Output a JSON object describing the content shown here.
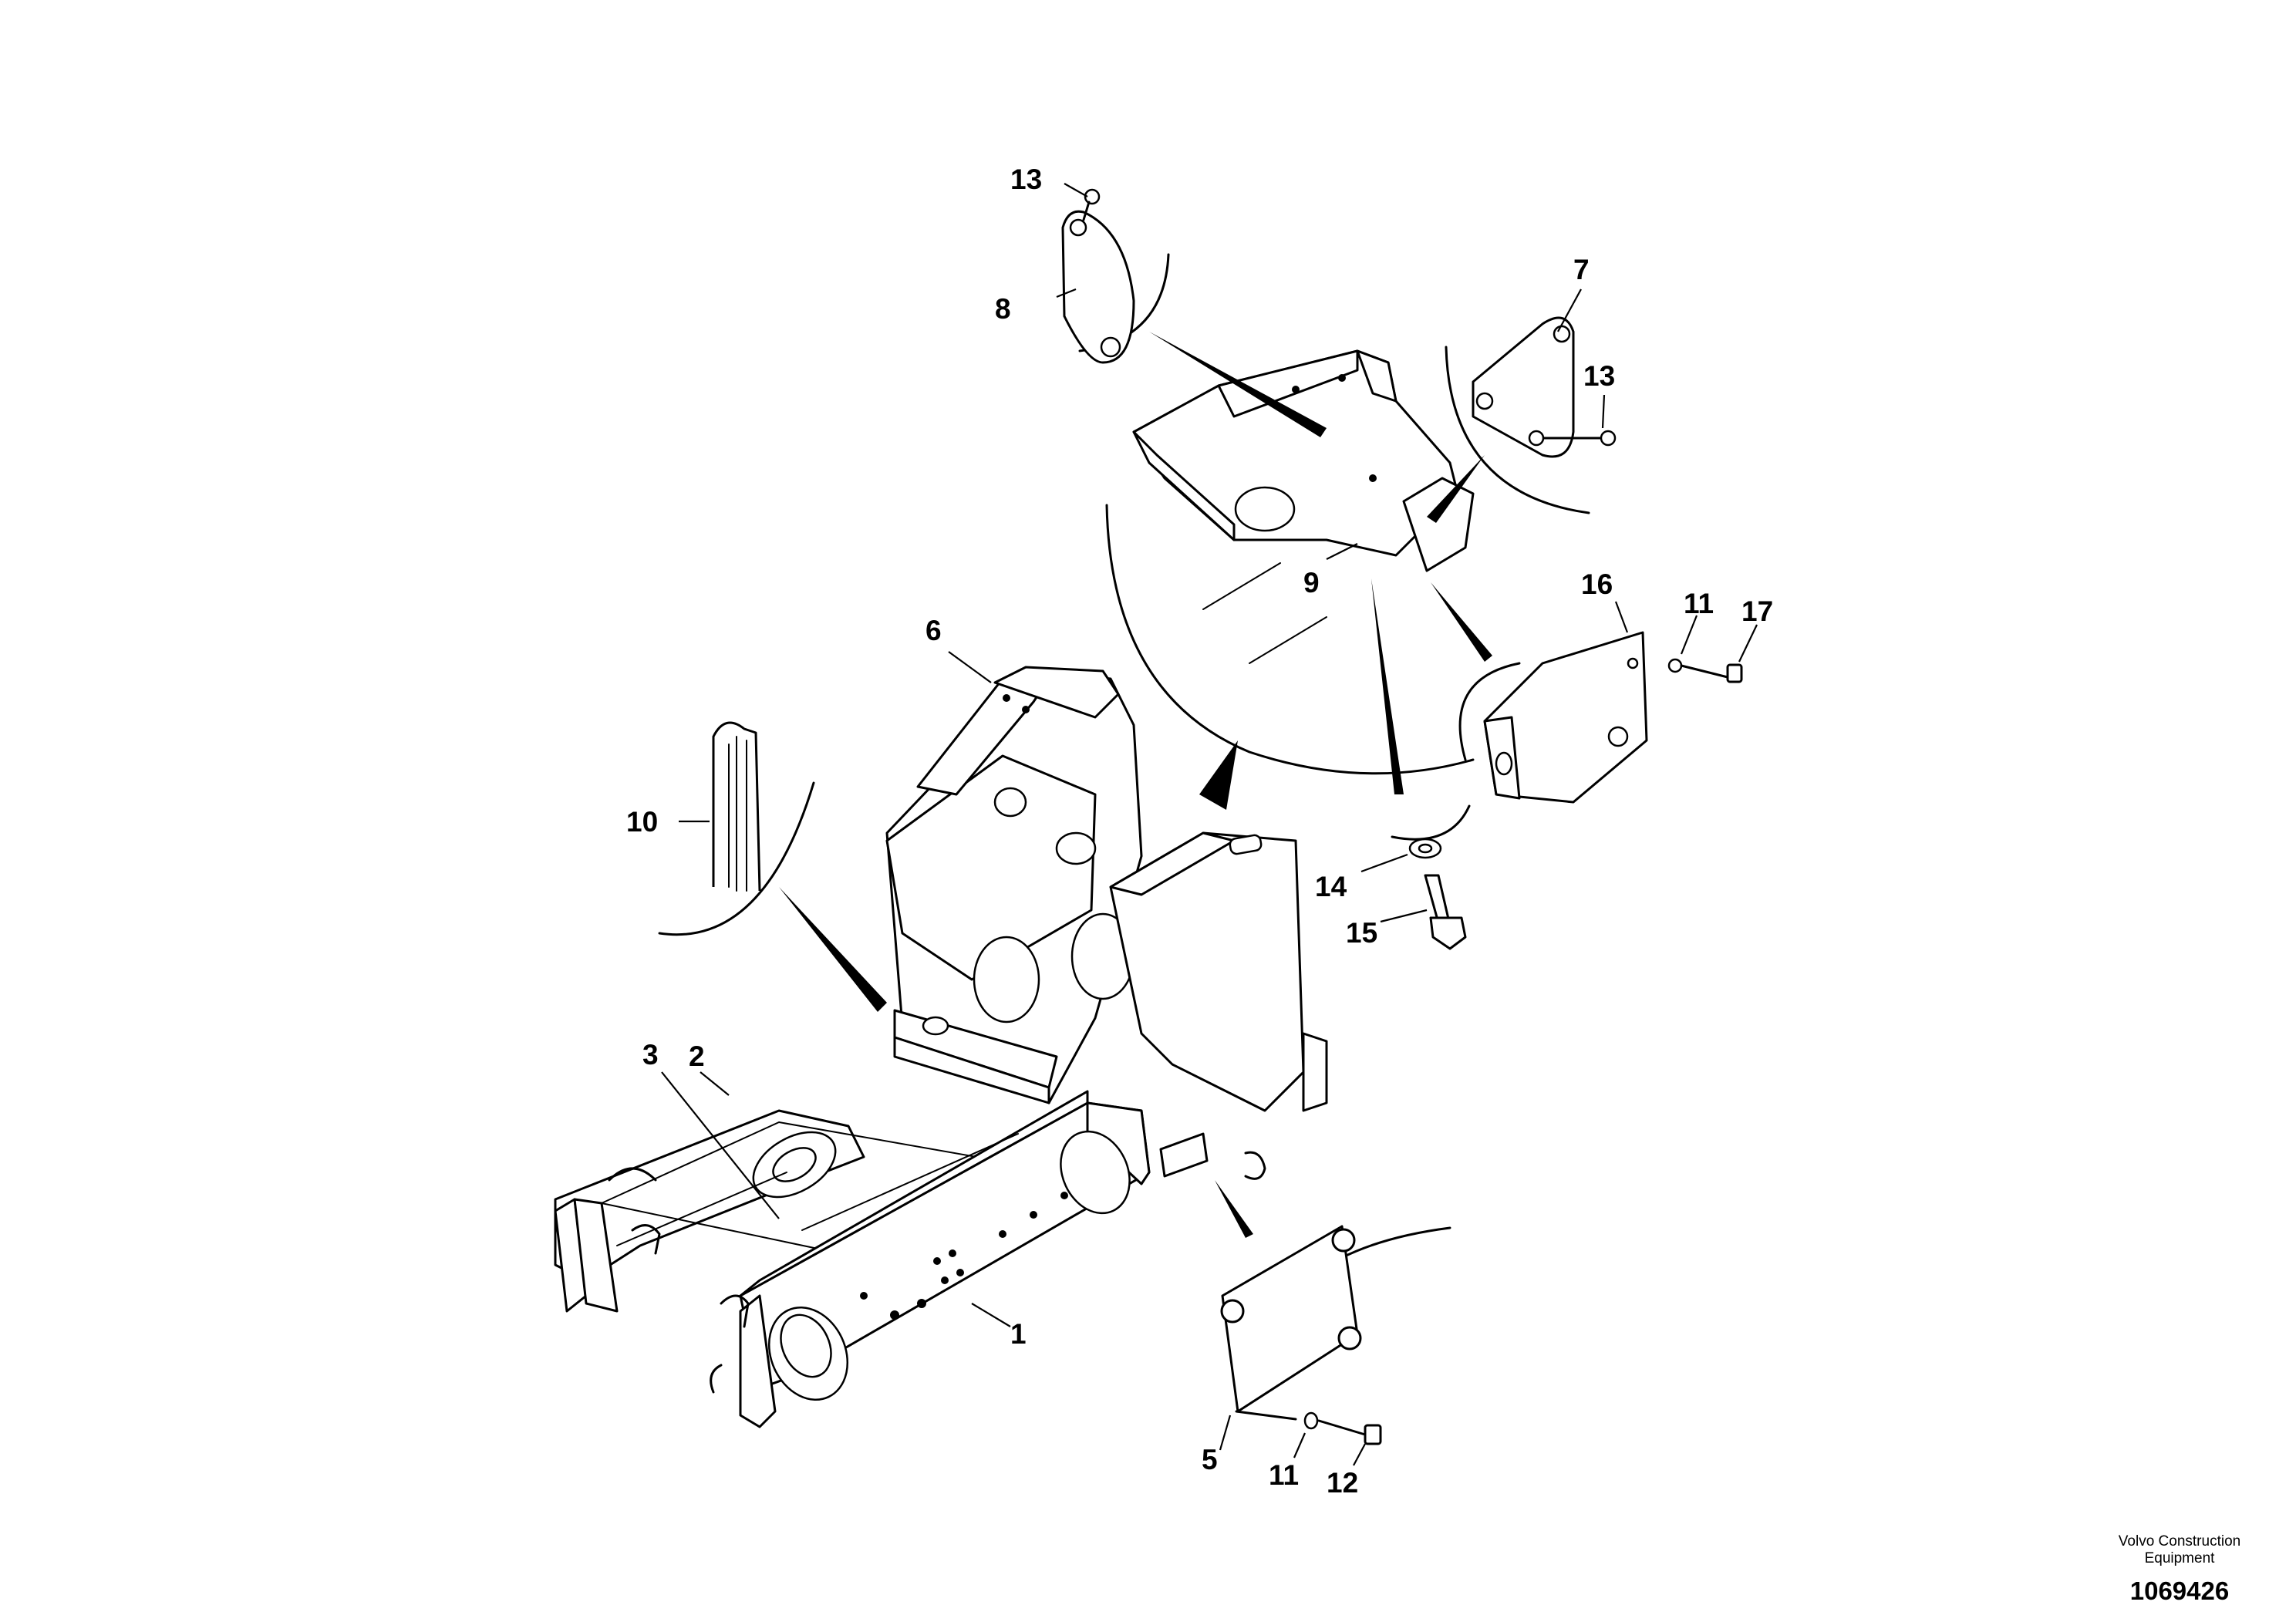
{
  "callouts": {
    "c1": "1",
    "c2": "2",
    "c3": "3",
    "c5": "5",
    "c6": "6",
    "c7": "7",
    "c8": "8",
    "c9": "9",
    "c10": "10",
    "c11a": "11",
    "c11b": "11",
    "c12": "12",
    "c13a": "13",
    "c13b": "13",
    "c14": "14",
    "c15": "15",
    "c16": "16",
    "c17": "17"
  },
  "footer": {
    "brand": "Volvo Construction Equipment",
    "doc_number": "1069426"
  }
}
